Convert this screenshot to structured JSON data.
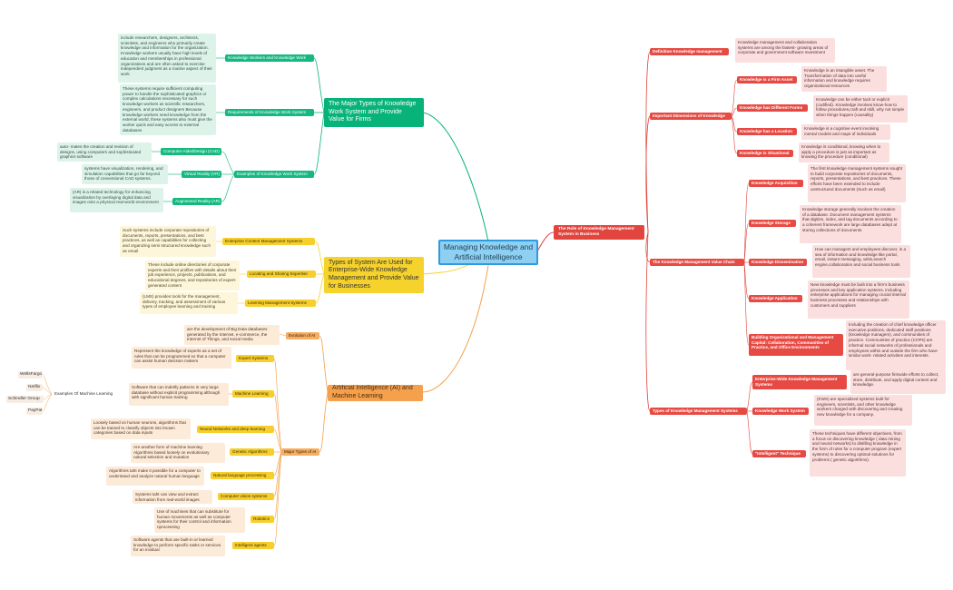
{
  "root": {
    "label": "Managing Knowledge and Artificial Intelligence"
  },
  "left": {
    "work_systems": {
      "title": "The Major Types of Knowledge Work System and Provide Value for Firms",
      "workers": {
        "label": "Knowledge Workers and Knowledge Work",
        "text": "include researchers, designers, architects, scientists, and engineers who primarily create knowledge and information for the organization. Knowledge workers usually have high levels of education and memberships in professional organizations and are often asked to exercise independent judgment as a routine aspect of their work"
      },
      "requirements": {
        "label": "Requirements of Knowledge Work System",
        "text": "These systems require sufficient computing power to handle the sophisticated graphics or complex calculations necessary for such knowledge workers as scientific researchers, engineers, and product designers Because knowledge workers need knowledge from the external world, these systems also must give the worker quick and easy access to external databases"
      },
      "examples": {
        "label": "Examples of Knowledge Work System",
        "cad": {
          "label": "Computer-AidedDesign (CAD)",
          "text": "auto- mates the creation and revision of designs, using computers and sophisticated graphics software"
        },
        "vr": {
          "label": "Virtual Reality (VR)",
          "text": "systems have visualization, rendering, and simulation capabilities that go far beyond those of conventional CAD systems."
        },
        "ar": {
          "label": "Augmented Reality (AR)",
          "text": "(AR) is a related technology for enhancing visualization by overlaying digital data and images onto a physical real-world environment"
        }
      }
    },
    "enterprise": {
      "title": "Types of System Are Used for Enterprise-Wide Knowledge Management and Provide Value for Businesses",
      "ecm": {
        "label": "Enterprise Content Management Systems",
        "text": "Such systems include corporate repositories of documents, reports, presentations, and best practices, as well as capabilities for collecting and organizing semi structured knowledge such as email"
      },
      "locating": {
        "label": "Locating and Sharing Expertise",
        "text": "These include online directories of corporate experts and their profiles with details about their job experience, projects, publications, and educational degrees, and repositories of expert-generated content"
      },
      "lms": {
        "label": "Learning Management Systems",
        "text": "(LMS) provides tools for the management, delivery, tracking, and assessment of various types of employee learning and training"
      }
    },
    "ai": {
      "title": "Artificial Intelligence (AI) and Machine Learning",
      "evolution": {
        "label": "Evolution of AI",
        "text": "are the development of Big Data databases generated by the Internet, e-commerce, the Internet of Things, and social media"
      },
      "major": {
        "label": "Major Types of AI"
      },
      "types": [
        {
          "label": "Expert Systems",
          "text": "Represent the knowledge of experts as a set of rules that can be programmed so that a computer can assist human decision makers"
        },
        {
          "label": "Machine Learning",
          "text": "Software that can indetify patterns in very large database without explicit programming although with significant human training"
        },
        {
          "label": "Neural Networks and deep learning",
          "text": "Loosely based on human neurons, algorithms that can be trained to classify objects into known categories based on data inputs"
        },
        {
          "label": "Genetic Algorithms",
          "text": "Are another form of machine learning Algorithms based loosely on evolutionary natural selection and mutation"
        },
        {
          "label": "Natural language processing",
          "text": "Algorithms taht make it possible for a computer to understand and analyze natural human language"
        },
        {
          "label": "Computer vision systems",
          "text": "Systems taht can view and extract information from real-world images"
        },
        {
          "label": "Robotics",
          "text": "Use of machines that can substitute for human movements as well as computer systems for their control and information nprocessing"
        },
        {
          "label": "Intelligent agents",
          "text": "Software agents that use built-in or learned knowledge to perform specific tasks or services for an invidual"
        }
      ],
      "ml_examples": {
        "label": "Examples Of Machine Learning",
        "items": [
          "WellsFargo",
          "Netflix",
          "Schindler Group",
          "PayPal"
        ]
      }
    }
  },
  "right": {
    "title": "The Role of Knowledge Management System in Business",
    "definition": {
      "label": "Definition Knowledge management",
      "text": "Knowledge management and collaboration systems are among the fastest- growing areas of corporate and government software investment"
    },
    "dimensions": {
      "label": "Important Dimensions of Knowledge",
      "items": [
        {
          "label": "Knowledge is a Firm Asset",
          "text": "Knowledge is an intangible asset. The Transformation of data into useful information and knowledge requires organizational resources"
        },
        {
          "label": "Knowledge has Different Forms",
          "text": "Knowledge can be either tacit or explicit (codified). Knowledge involves know-how to follow procedures,craft and skill, why not simple when things happen (causality)"
        },
        {
          "label": "Knowledge has a Location",
          "text": "Knowledge is a cognitive event involving mental models and maps of individuals"
        },
        {
          "label": "Knowledge is Situational",
          "text": "Knowledge is conditional, knowing when to apply a procedure is just as important as knowing the procedure (conditional)"
        }
      ]
    },
    "value_chain": {
      "label": "The Knowledge Management Value Chain",
      "items": [
        {
          "label": "Knowledge Acquisition",
          "text": "The first knowledge management systems sought to build corporate repositories of documents, reports, presentations, and best practices. These efforts have been extended to include unstructured documents (Such as email)"
        },
        {
          "label": "Knowledge Storage",
          "text": "Knowledge storage generally involves the creation of a database. Document management systems that digitize, index, and tag documents according to a coherent framework are large databases adept at storing collections of documents"
        },
        {
          "label": "Knowledge Dissemination",
          "text": "How can managers and employees discover, in a sea of information and knowledge like portal, email, instant messaging, wikis,search engine,collaboration and social business tools"
        },
        {
          "label": "Knowledge Application",
          "text": "New knowledge must be built into a firm's business processes and key application systems, including enterprise applications for managing crucial internal business processes and relationships with customers and suppliers"
        },
        {
          "label": "Building Organizational and Management Capital: Collaboration, Communities of Practice, and Office Environments",
          "text": "Including the creation of chief knowledge officer executive positions, dedicated staff positions (knowledge managers), and communities of practice. Communities of practice (COPs) are informal social networks of professionals and employees within and outside the firm who have similar work- related activities and interests."
        }
      ]
    },
    "types": {
      "label": "Types of Knowledge Management Systems",
      "items": [
        {
          "label": "Enterprise-Wide Knowledge Management Systems",
          "text": "are general-purpose firmwide efforts to collect, store, distribute, and apply digital content and knowledge."
        },
        {
          "label": "Knowledge Work System",
          "text": "(KWS) are specialized systems built for engineers, scientists, and other knowledge workers charged with discovering and creating new knowledge for a company."
        },
        {
          "label": "\"Intelligent\" Technique",
          "text": "These techniques have different objectives, from a focus on discovering knowledge ( data mining and neural networks) to distilling knowledge in the form of rules for a computer program (expert systems) to discovering optimal solutions for problems ( genetic algorithms)."
        }
      ]
    }
  },
  "colors": {
    "green": "#08b37a",
    "yellow": "#f6d22c",
    "orange": "#f4a04c",
    "red": "#e2453d",
    "root": "#8ed0f2"
  }
}
